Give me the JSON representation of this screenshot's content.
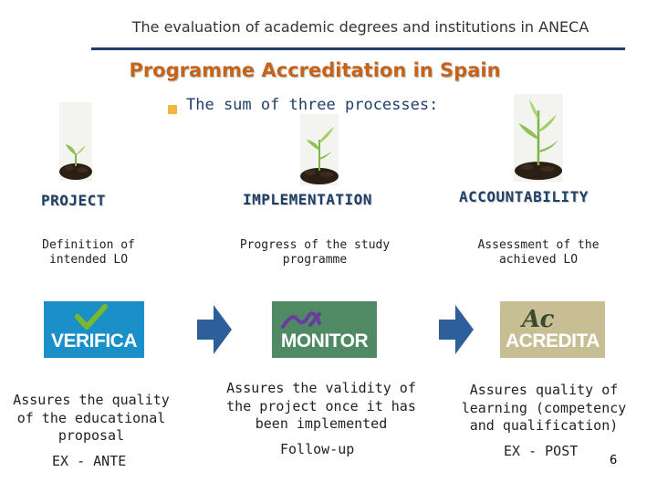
{
  "header": {
    "title": "The evaluation of academic degrees and institutions in ANECA",
    "main_title": "Programme Accreditation in Spain",
    "subtitle": "The sum of three processes:"
  },
  "columns": [
    {
      "title": "PROJECT",
      "description": "Definition of intended LO",
      "logo_text": "VERIFICA",
      "assures": "Assures the quality of the educational proposal",
      "tag": "EX - ANTE"
    },
    {
      "title": "IMPLEMENTATION",
      "description": "Progress of the study programme",
      "logo_text": "MONITOR",
      "assures": "Assures the validity of the project once it has been implemented",
      "tag": "Follow-up"
    },
    {
      "title": "ACCOUNTABILITY",
      "description": "Assessment of the achieved LO",
      "logo_text": "ACREDITA",
      "assures": "Assures quality of learning (competency and qualification)",
      "tag": "EX - POST"
    }
  ],
  "page_number": "6",
  "colors": {
    "accent_orange": "#c4631a",
    "navy": "#1f3f66",
    "bullet": "#f2b640",
    "verifica_bg": "#1a8fc8",
    "monitor_bg": "#4f8a64",
    "acredita_bg": "#c8be94",
    "arrow": "#2f5f9a"
  },
  "icons": [
    "seedling-icon",
    "sprout-icon",
    "young-plant-icon",
    "checkmark-icon",
    "m-swoosh-icon",
    "ac-mark-icon",
    "right-arrow-icon"
  ]
}
